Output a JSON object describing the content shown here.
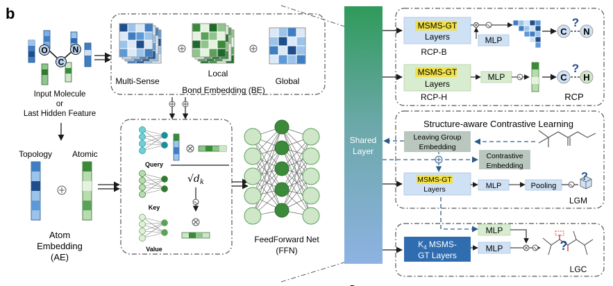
{
  "panel_letter": "b",
  "left": {
    "input_molecule": [
      "Input Molecule",
      "or",
      "Last Hidden Feature"
    ],
    "atoms": [
      "O",
      "C",
      "N"
    ],
    "topology": "Topology",
    "atomic": "Atomic",
    "atom_embedding": [
      "Atom",
      "Embedding",
      "(AE)"
    ]
  },
  "bond_embedding": {
    "multi_sense": "Multi-Sense",
    "local": "Local",
    "global": "Global",
    "title": "Bond Embedding (BE)"
  },
  "attention": {
    "query": "Query",
    "key": "Key",
    "value": "Value",
    "sqrt": "√d",
    "sqrt_sub": "k"
  },
  "ffn": [
    "FeedForward Net",
    "(FFN)"
  ],
  "shared_layer": [
    "Shared",
    "Layer"
  ],
  "rcp_b": {
    "msms": "MSMS-GT",
    "layers": "Layers",
    "label": "RCP-B",
    "mlp": "MLP",
    "atoms": [
      "C",
      "N"
    ],
    "q": "?"
  },
  "rcp_h": {
    "msms": "MSMS-GT",
    "layers": "Layers",
    "label": "RCP-H",
    "mlp": "MLP",
    "atoms": [
      "C",
      "H"
    ],
    "q": "?"
  },
  "rcp": "RCP",
  "lgm": {
    "title": "Structure-aware Contrastive Learning",
    "leaving": [
      "Leaving Group",
      "Embedding"
    ],
    "contrastive": [
      "Contrastive",
      "Embedding"
    ],
    "msms": "MSMS-GT",
    "layers": "Layers",
    "mlp": "MLP",
    "pooling": "Pooling",
    "label": "LGM",
    "q": "?"
  },
  "lgc": {
    "k4": [
      "K",
      "4",
      " MSMS-"
    ],
    "gt_layers": "GT Layers",
    "mlp1": "MLP",
    "mlp2": "MLP",
    "label": "LGC",
    "q": "?"
  },
  "bottom_partial": "B",
  "colors": {
    "blue": "#3f7fc1",
    "dark_blue": "#1f4e8c",
    "green": "#3a8a3a",
    "light_green": "#d8ecd0",
    "yellow": "#f2e14a",
    "shared_top": "#2f9a5a",
    "shared_bottom": "#8fb3e0"
  }
}
